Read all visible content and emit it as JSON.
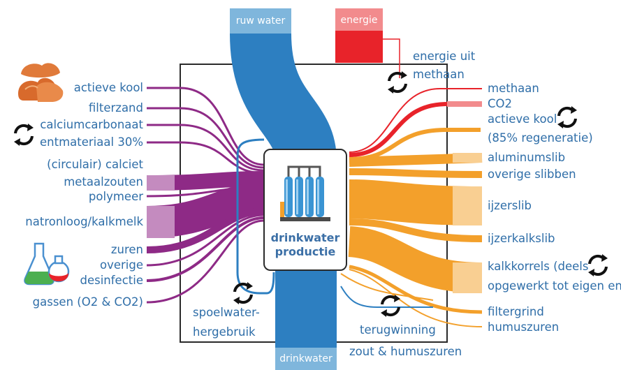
{
  "headers": {
    "raw_water": "ruw water",
    "energy": "energie",
    "drinking_water": "drinkwater"
  },
  "center": {
    "line1": "drinkwater",
    "line2": "productie"
  },
  "inputs": [
    "actieve kool",
    "filterzand",
    "calciumcarbonaat",
    "entmateriaal 30%",
    "(circulair) calciet",
    "metaalzouten",
    "polymeer",
    "natronloog/kalkmelk",
    "zuren",
    "overige",
    "desinfectie",
    "gassen (O2 & CO2)"
  ],
  "outputs": [
    "methaan",
    "CO2",
    "actieve kool",
    "(85% regeneratie)",
    "aluminumslib",
    "overige slibben",
    "ijzerslib",
    "ijzerkalkslib",
    "kalkkorrels (deels",
    "opgewerkt tot eigen ent)",
    "filtergrind",
    "humuszuren"
  ],
  "loops": {
    "energy_line1": "energie uit",
    "energy_line2": "methaan",
    "rinse_line1": "spoelwater-",
    "rinse_line2": "hergebruik",
    "salt_line1": "terugwinning",
    "salt_line2": "zout & humuszuren"
  },
  "colors": {
    "water": "#2d7fc1",
    "water_light": "#7fb6dc",
    "energy": "#e8232a",
    "energy_light": "#f28b8d",
    "chemicals": "#8e2a86",
    "chemicals_light": "#c48bbf",
    "residuals": "#f3a02b",
    "residuals_light": "#f9cf92",
    "text": "#2f6ea8",
    "frame": "#2a2a2a"
  },
  "icons": [
    "coal-pile-icon",
    "recycle-icon",
    "chemistry-flask-icon",
    "water-tanks-icon"
  ]
}
